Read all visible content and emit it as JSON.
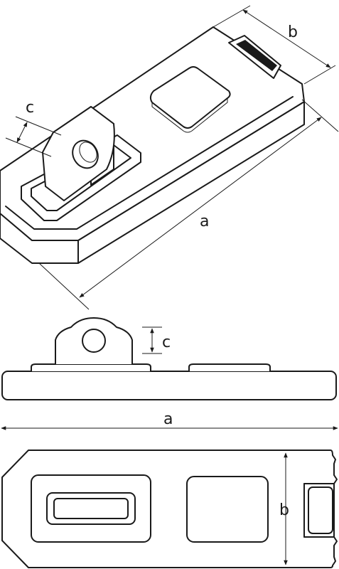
{
  "labels": {
    "iso_b": "b",
    "iso_c": "c",
    "iso_a": "a",
    "side_c": "c",
    "side_a": "a",
    "top_b": "b"
  },
  "colors": {
    "line": "#1a1a1a",
    "fill": "#ffffff",
    "slot": "#1a1a1a"
  }
}
